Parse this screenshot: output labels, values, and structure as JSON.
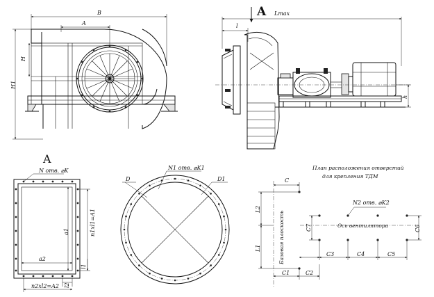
{
  "front_view": {
    "dims": {
      "B": "B",
      "A": "A",
      "H": "H",
      "H1": "H1"
    }
  },
  "side_view": {
    "view_mark": "A",
    "dims": {
      "Lmax": "Lmax",
      "l": "l",
      "h": "h"
    }
  },
  "view_a": {
    "title": "A",
    "dims": {
      "holes": "N отв. ⌀K",
      "a1": "a1",
      "n1_l1": "n1xl1=A1",
      "a2": "a2",
      "l1": "l1",
      "l2": "l2",
      "n2_l2": "n2xl2=A2"
    }
  },
  "flange_ring": {
    "dims": {
      "holes": "N1 отв. ⌀K1",
      "D": "D",
      "D1": "D1"
    }
  },
  "hole_plan": {
    "title_line1": "План расположения отверстий",
    "title_line2": "для крепления ТДМ",
    "holes": "N2 отв. ⌀K2",
    "axis_label": "Ось вентилятора",
    "base_plane": "Базовая плоскость",
    "dims": {
      "C": "C",
      "L2": "L2",
      "C7": "C7",
      "C6": "C6",
      "L1": "L1",
      "C3": "C3",
      "C4": "C4",
      "C5": "C5",
      "C1": "C1",
      "C2": "C2"
    }
  }
}
